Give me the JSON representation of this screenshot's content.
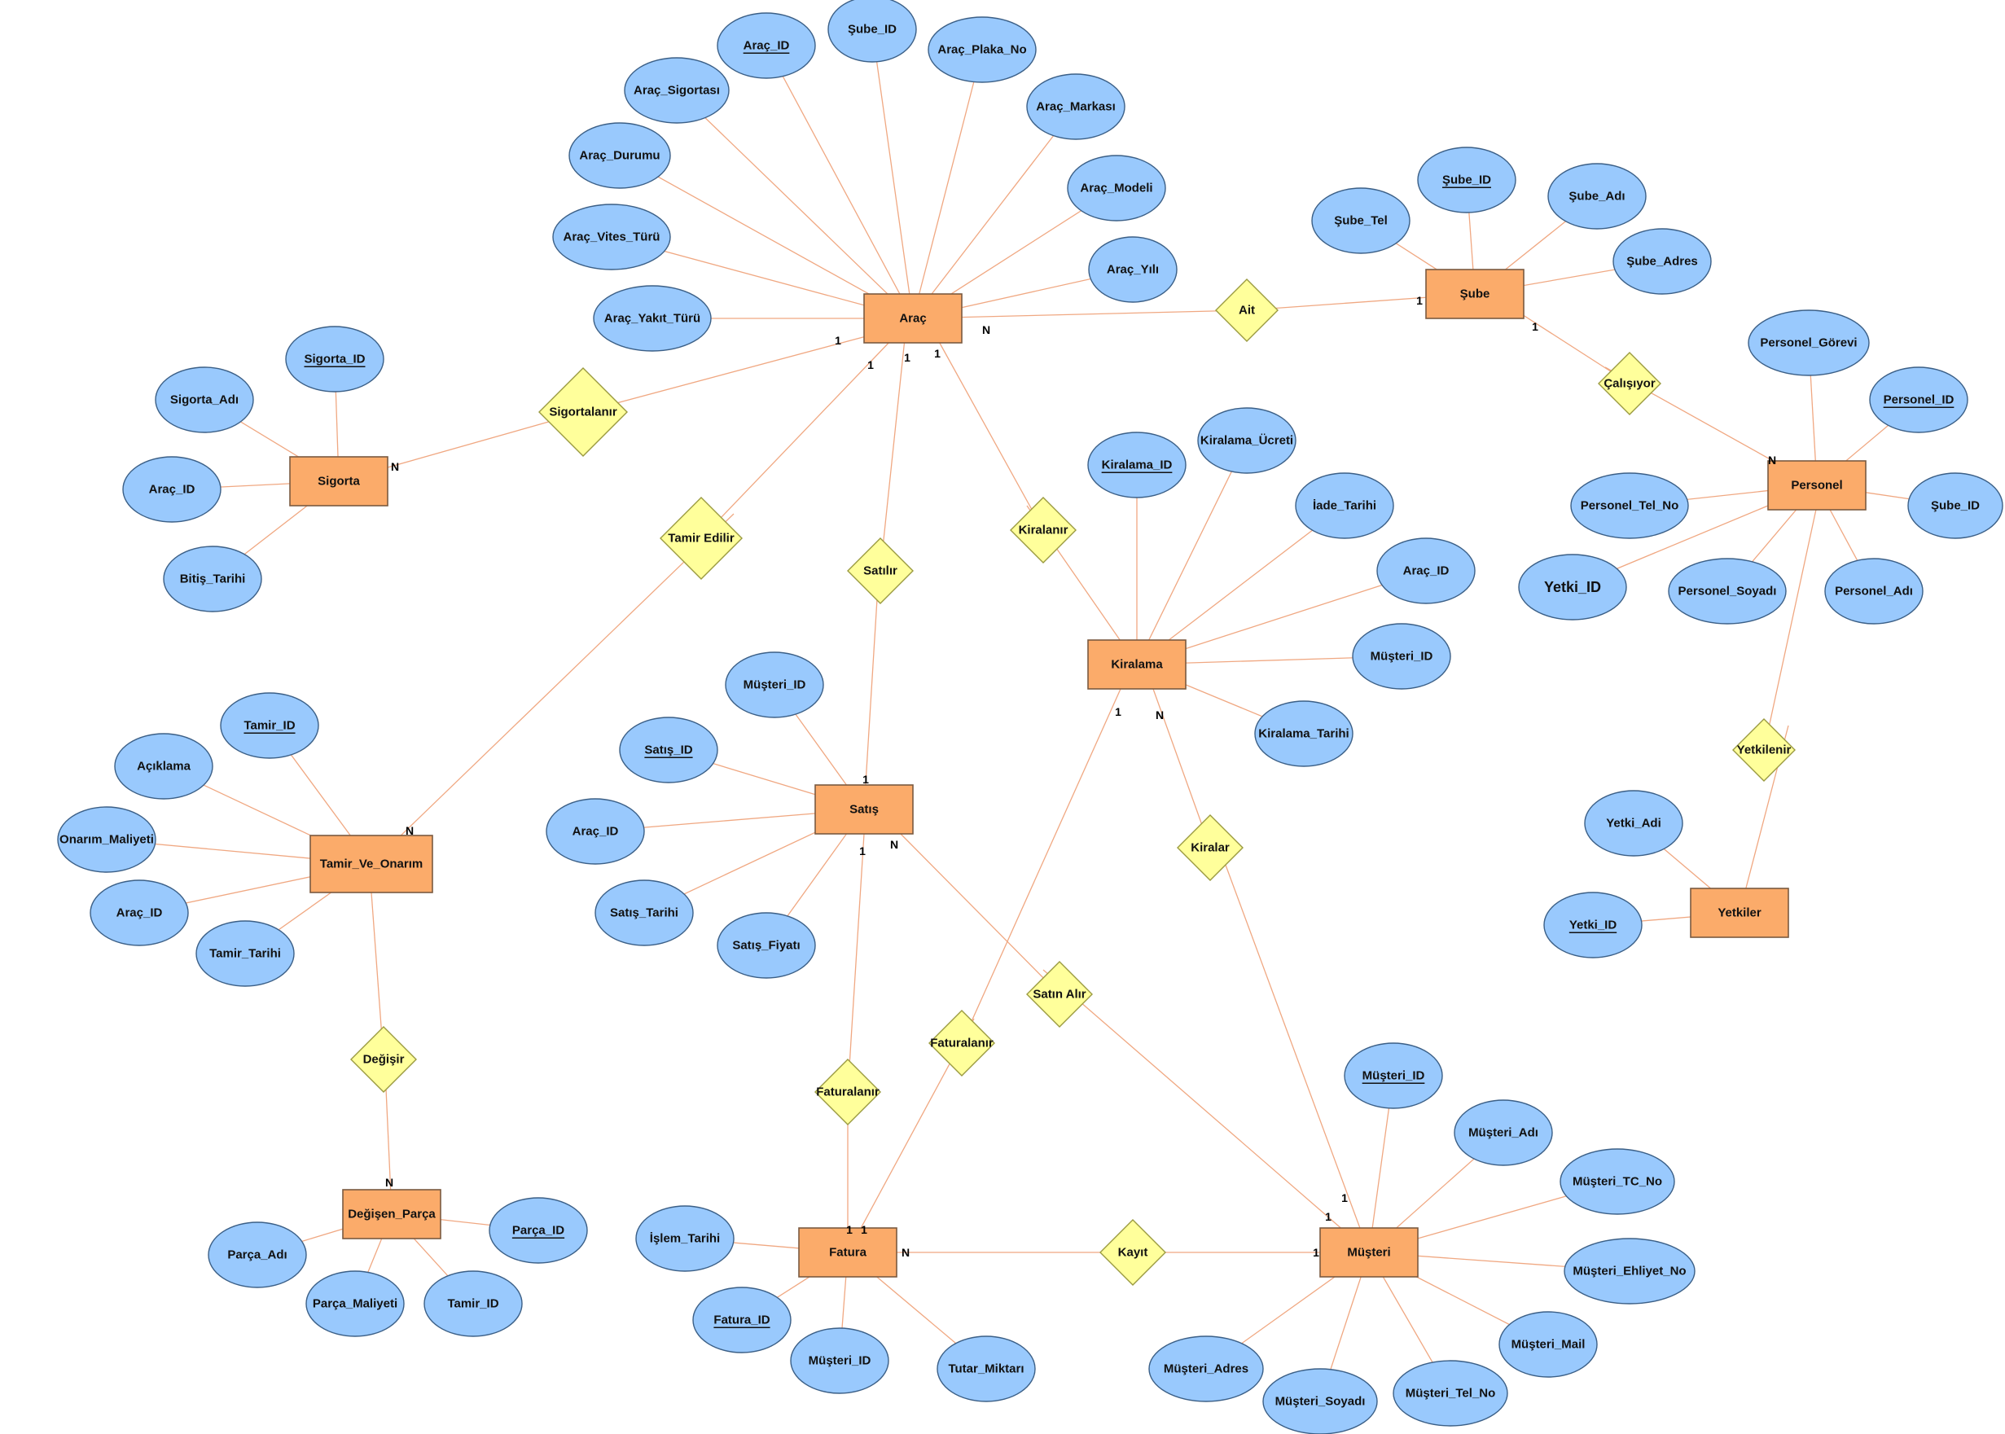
{
  "entities": [
    {
      "id": "arac",
      "label": "Araç"
    },
    {
      "id": "sube",
      "label": "Şube"
    },
    {
      "id": "sigorta",
      "label": "Sigorta"
    },
    {
      "id": "personel",
      "label": "Personel"
    },
    {
      "id": "kiralama",
      "label": "Kiralama"
    },
    {
      "id": "satis",
      "label": "Satış"
    },
    {
      "id": "tamir",
      "label": "Tamir_Ve_Onarım"
    },
    {
      "id": "yetkiler",
      "label": "Yetkiler"
    },
    {
      "id": "degisen",
      "label": "Değişen_Parça"
    },
    {
      "id": "fatura",
      "label": "Fatura"
    },
    {
      "id": "musteri",
      "label": "Müşteri"
    }
  ],
  "relationships": [
    {
      "id": "ait",
      "label": "Ait"
    },
    {
      "id": "sigortalanir",
      "label": "Sigortalanır"
    },
    {
      "id": "calisiyor",
      "label": "Çalışıyor"
    },
    {
      "id": "tamir_edilir",
      "label": "Tamir Edilir"
    },
    {
      "id": "satilir",
      "label": "Satılır"
    },
    {
      "id": "kiralanir",
      "label": "Kiralanır"
    },
    {
      "id": "yetkilenir",
      "label": "Yetkilenir"
    },
    {
      "id": "kiralar",
      "label": "Kiralar"
    },
    {
      "id": "satin_alir",
      "label": "Satın Alır"
    },
    {
      "id": "faturalanir_kir",
      "label": "Faturalanır"
    },
    {
      "id": "degisir",
      "label": "Değişir"
    },
    {
      "id": "faturalanir_sat",
      "label": "Faturalanır"
    },
    {
      "id": "kayit",
      "label": "Kayıt"
    }
  ],
  "attributes": [
    {
      "id": "a_arac_id",
      "label": "Araç_ID",
      "key": true
    },
    {
      "id": "a_arac_sube_id",
      "label": "Şube_ID",
      "key": false
    },
    {
      "id": "a_arac_plaka",
      "label": "Araç_Plaka_No",
      "key": false
    },
    {
      "id": "a_arac_sigortasi",
      "label": "Araç_Sigortası",
      "key": false
    },
    {
      "id": "a_arac_markasi",
      "label": "Araç_Markası",
      "key": false
    },
    {
      "id": "a_arac_durumu",
      "label": "Araç_Durumu",
      "key": false
    },
    {
      "id": "a_arac_modeli",
      "label": "Araç_Modeli",
      "key": false
    },
    {
      "id": "a_arac_vites",
      "label": "Araç_Vites_Türü",
      "key": false
    },
    {
      "id": "a_arac_yili",
      "label": "Araç_Yılı",
      "key": false
    },
    {
      "id": "a_arac_yakit",
      "label": "Araç_Yakıt_Türü",
      "key": false
    },
    {
      "id": "a_sube_id",
      "label": "Şube_ID",
      "key": true
    },
    {
      "id": "a_sube_adi",
      "label": "Şube_Adı",
      "key": false
    },
    {
      "id": "a_sube_tel",
      "label": "Şube_Tel",
      "key": false
    },
    {
      "id": "a_sube_adres",
      "label": "Şube_Adres",
      "key": false
    },
    {
      "id": "a_sig_id",
      "label": "Sigorta_ID",
      "key": true
    },
    {
      "id": "a_sig_adi",
      "label": "Sigorta_Adı",
      "key": false
    },
    {
      "id": "a_sig_arac_id",
      "label": "Araç_ID",
      "key": false
    },
    {
      "id": "a_sig_bitis",
      "label": "Bitiş_Tarihi",
      "key": false
    },
    {
      "id": "a_per_gorevi",
      "label": "Personel_Görevi",
      "key": false
    },
    {
      "id": "a_per_id",
      "label": "Personel_ID",
      "key": true
    },
    {
      "id": "a_per_tel",
      "label": "Personel_Tel_No",
      "key": false
    },
    {
      "id": "a_per_sube_id",
      "label": "Şube_ID",
      "key": false
    },
    {
      "id": "a_per_yetki_id",
      "label": "Yetki_ID",
      "key": false,
      "big": true
    },
    {
      "id": "a_per_soyadi",
      "label": "Personel_Soyadı",
      "key": false
    },
    {
      "id": "a_per_adi",
      "label": "Personel_Adı",
      "key": false
    },
    {
      "id": "a_kir_id",
      "label": "Kiralama_ID",
      "key": true
    },
    {
      "id": "a_kir_ucret",
      "label": "Kiralama_Ücreti",
      "key": false
    },
    {
      "id": "a_kir_iade",
      "label": "İade_Tarihi",
      "key": false
    },
    {
      "id": "a_kir_arac_id",
      "label": "Araç_ID",
      "key": false
    },
    {
      "id": "a_kir_mus_id",
      "label": "Müşteri_ID",
      "key": false
    },
    {
      "id": "a_kir_tarihi",
      "label": "Kiralama_Tarihi",
      "key": false
    },
    {
      "id": "a_sat_mus_id",
      "label": "Müşteri_ID",
      "key": false
    },
    {
      "id": "a_sat_id",
      "label": "Satış_ID",
      "key": true
    },
    {
      "id": "a_sat_arac_id",
      "label": "Araç_ID",
      "key": false
    },
    {
      "id": "a_sat_tarihi",
      "label": "Satış_Tarihi",
      "key": false
    },
    {
      "id": "a_sat_fiyati",
      "label": "Satış_Fiyatı",
      "key": false
    },
    {
      "id": "a_tam_id",
      "label": "Tamir_ID",
      "key": true
    },
    {
      "id": "a_tam_aciklama",
      "label": "Açıklama",
      "key": false
    },
    {
      "id": "a_tam_maliyet",
      "label": "Onarım_Maliyeti",
      "key": false
    },
    {
      "id": "a_tam_arac_id",
      "label": "Araç_ID",
      "key": false
    },
    {
      "id": "a_tam_tarihi",
      "label": "Tamir_Tarihi",
      "key": false
    },
    {
      "id": "a_yet_adi",
      "label": "Yetki_Adi",
      "key": false
    },
    {
      "id": "a_yet_id",
      "label": "Yetki_ID",
      "key": true
    },
    {
      "id": "a_par_id",
      "label": "Parça_ID",
      "key": true
    },
    {
      "id": "a_par_adi",
      "label": "Parça_Adı",
      "key": false
    },
    {
      "id": "a_par_maliyet",
      "label": "Parça_Maliyeti",
      "key": false
    },
    {
      "id": "a_par_tamir_id",
      "label": "Tamir_ID",
      "key": false
    },
    {
      "id": "a_fat_islem",
      "label": "İşlem_Tarihi",
      "key": false
    },
    {
      "id": "a_fat_id",
      "label": "Fatura_ID",
      "key": true
    },
    {
      "id": "a_fat_mus_id",
      "label": "Müşteri_ID",
      "key": false
    },
    {
      "id": "a_fat_tutar",
      "label": "Tutar_Miktarı",
      "key": false
    },
    {
      "id": "a_mus_id",
      "label": "Müşteri_ID",
      "key": true
    },
    {
      "id": "a_mus_adi",
      "label": "Müşteri_Adı",
      "key": false
    },
    {
      "id": "a_mus_tc",
      "label": "Müşteri_TC_No",
      "key": false
    },
    {
      "id": "a_mus_ehliyet",
      "label": "Müşteri_Ehliyet_No",
      "key": false
    },
    {
      "id": "a_mus_mail",
      "label": "Müşteri_Mail",
      "key": false
    },
    {
      "id": "a_mus_adres",
      "label": "Müşteri_Adres",
      "key": false
    },
    {
      "id": "a_mus_soyadi",
      "label": "Müşteri_Soyadı",
      "key": false
    },
    {
      "id": "a_mus_tel",
      "label": "Müşteri_Tel_No",
      "key": false
    }
  ],
  "cardinalities": [
    {
      "id": "c1",
      "label": "N"
    },
    {
      "id": "c2",
      "label": "1"
    },
    {
      "id": "c3",
      "label": "1"
    },
    {
      "id": "c4",
      "label": "1"
    },
    {
      "id": "c5",
      "label": "1"
    },
    {
      "id": "c6",
      "label": "1"
    },
    {
      "id": "c7",
      "label": "N"
    },
    {
      "id": "c8",
      "label": "N"
    },
    {
      "id": "c9",
      "label": "N"
    },
    {
      "id": "c10",
      "label": "1"
    },
    {
      "id": "c11",
      "label": "N"
    },
    {
      "id": "c12",
      "label": "1"
    },
    {
      "id": "c13",
      "label": "N"
    },
    {
      "id": "c14",
      "label": "1"
    },
    {
      "id": "c15",
      "label": "1"
    },
    {
      "id": "c16",
      "label": "N"
    },
    {
      "id": "c17",
      "label": "1"
    },
    {
      "id": "c18",
      "label": "1"
    },
    {
      "id": "c19",
      "label": "N"
    },
    {
      "id": "c20",
      "label": "1"
    },
    {
      "id": "c21",
      "label": "1"
    },
    {
      "id": "c22",
      "label": "1"
    }
  ],
  "colors": {
    "entity_fill": "#fbab6a",
    "attribute_fill": "#99c9fd",
    "relationship_fill": "#ffff9b",
    "edge": "#f0a882"
  }
}
